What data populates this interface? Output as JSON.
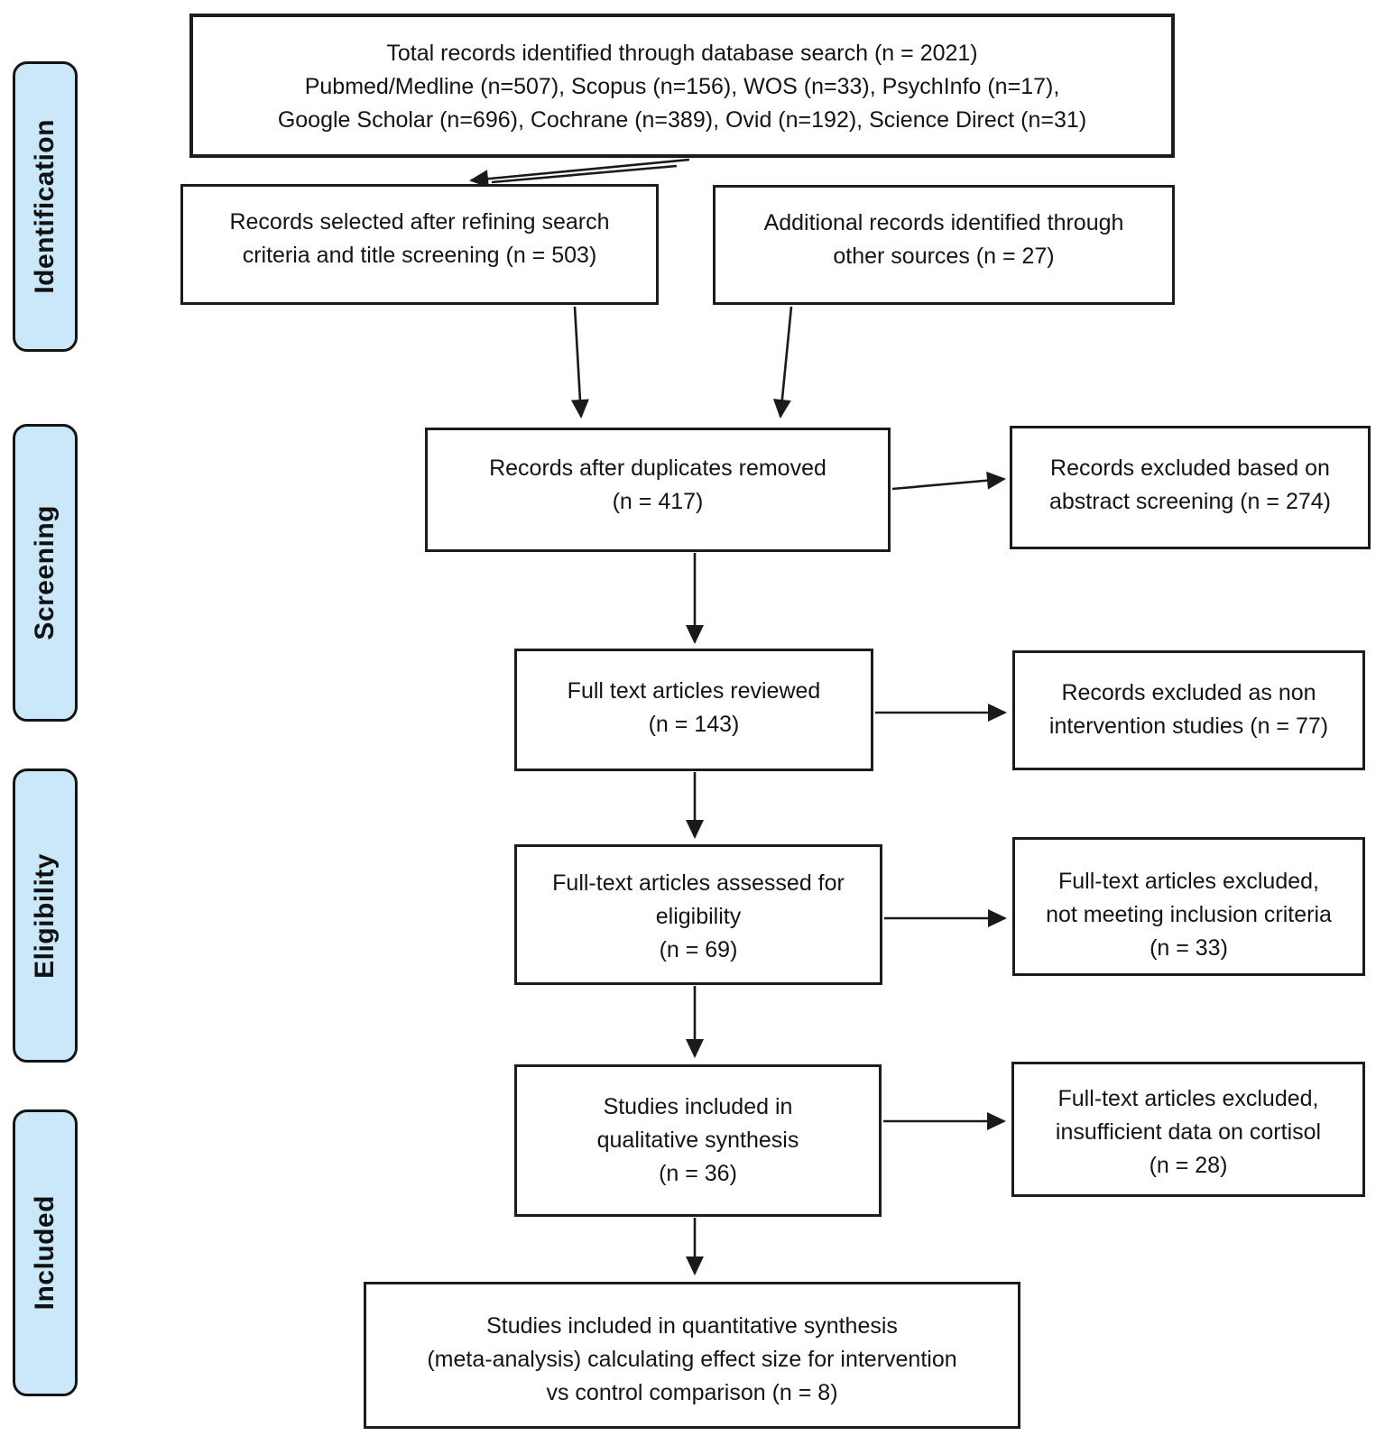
{
  "diagram_type": "prisma-flow-diagram",
  "colors": {
    "background": "#ffffff",
    "box_fill": "#ffffff",
    "box_border": "#1c1c1c",
    "stage_fill": "#cae8fa",
    "stage_border": "#141414",
    "arrow": "#1a1a1a",
    "text": "#141414"
  },
  "stages": [
    {
      "label": "Identification"
    },
    {
      "label": "Screening"
    },
    {
      "label": "Eligibility"
    },
    {
      "label": "Included"
    }
  ],
  "boxes": {
    "total_records": {
      "n": 2021,
      "lines": [
        "Total records identified through database search (n = 2021)",
        "Pubmed/Medline (n=507), Scopus (n=156), WOS (n=33), PsychInfo (n=17),",
        "Google Scholar (n=696), Cochrane (n=389), Ovid (n=192), Science Direct (n=31)"
      ]
    },
    "records_selected": {
      "n": 503,
      "lines": [
        "Records selected after refining search",
        "criteria and title screening (n = 503)"
      ]
    },
    "additional_records": {
      "n": 27,
      "lines": [
        "Additional records identified through",
        "other sources (n = 27)"
      ]
    },
    "duplicates_removed": {
      "n": 417,
      "lines": [
        "Records after duplicates removed",
        "(n = 417)"
      ]
    },
    "excluded_abstract": {
      "n": 274,
      "lines": [
        "Records excluded based on",
        "abstract screening (n = 274)"
      ]
    },
    "full_text_reviewed": {
      "n": 143,
      "lines": [
        "Full text articles reviewed",
        "(n = 143)"
      ]
    },
    "excluded_non_intervention": {
      "n": 77,
      "lines": [
        "Records excluded as non",
        "intervention studies (n = 77)"
      ]
    },
    "assessed_eligibility": {
      "n": 69,
      "lines": [
        "Full-text articles assessed for",
        "eligibility",
        "(n = 69)"
      ]
    },
    "excluded_inclusion_criteria": {
      "n": 33,
      "lines": [
        "Full-text articles excluded,",
        "not meeting inclusion criteria",
        "(n = 33)"
      ]
    },
    "qualitative_synthesis": {
      "n": 36,
      "lines": [
        "Studies included in",
        "qualitative synthesis",
        "(n = 36)"
      ]
    },
    "excluded_insufficient_cortisol": {
      "n": 28,
      "lines": [
        "Full-text articles excluded,",
        "insufficient data on cortisol",
        "(n = 28)"
      ]
    },
    "quantitative_synthesis": {
      "n": 8,
      "lines": [
        "Studies included in quantitative synthesis",
        "(meta-analysis) calculating effect size for intervention",
        "vs control comparison (n = 8)"
      ]
    }
  }
}
